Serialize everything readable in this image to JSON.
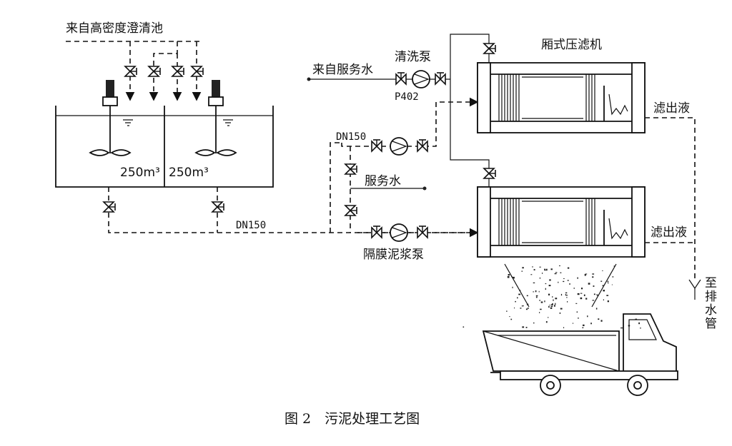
{
  "labels": {
    "source_clarifier": "来自高密度澄清池",
    "tank_left_volume": "250m³",
    "tank_right_volume": "250m³",
    "service_water_in": "来自服务水",
    "wash_pump": "清洗泵",
    "wash_pump_id": "P402",
    "filter_press": "厢式压滤机",
    "pipe_dn150_upper": "DN150",
    "pipe_dn150_lower": "DN150",
    "service_water_out": "服务水",
    "diaphragm_pump": "隔膜泥浆泵",
    "filtrate_upper": "滤出液",
    "filtrate_lower": "滤出液",
    "to_drain": "至排水管"
  },
  "caption": "图 2　污泥处理工艺图",
  "colors": {
    "line": "#111111",
    "background": "#ffffff"
  }
}
